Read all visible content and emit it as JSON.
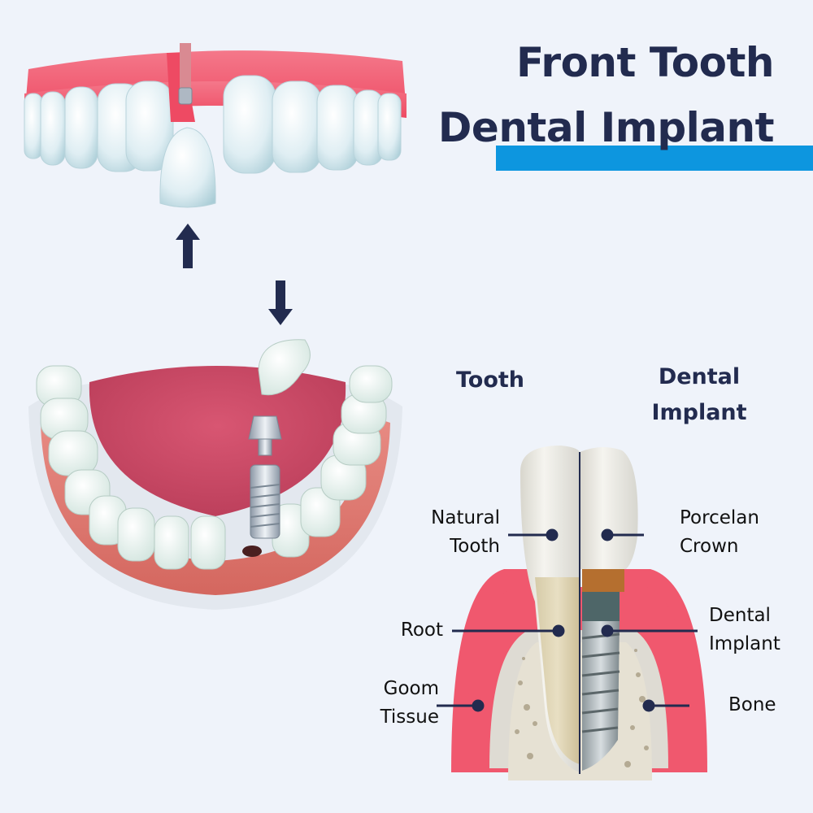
{
  "title": {
    "line1": "Front Tooth",
    "line2": "Dental Implant",
    "accent_color": "#0d96df",
    "text_color": "#222b4f"
  },
  "illustrations": {
    "upper_jaw": {
      "description": "upper gum with missing front tooth, implant abutment and floating crown"
    },
    "lower_jaw": {
      "description": "lower jaw with tongue, implant screw, abutment and crown above"
    },
    "arrow_up": "arrow-up-icon",
    "arrow_down": "arrow-down-icon"
  },
  "comparison": {
    "left_heading": "Tooth",
    "right_heading_line1": "Dental",
    "right_heading_line2": "Implant",
    "labels": {
      "natural_tooth_1": "Natural",
      "natural_tooth_2": "Tooth",
      "porcelain_crown_1": "Porcelan",
      "porcelain_crown_2": "Crown",
      "root": "Root",
      "dental_implant_1": "Dental",
      "dental_implant_2": "Implant",
      "gum_tissue_1": "Goom",
      "gum_tissue_2": "Tissue",
      "bone": "Bone"
    }
  },
  "colors": {
    "background": "#eff3fa",
    "gum": "#f0506a",
    "tooth": "#e8eef0",
    "leader_line": "#222b4f"
  }
}
